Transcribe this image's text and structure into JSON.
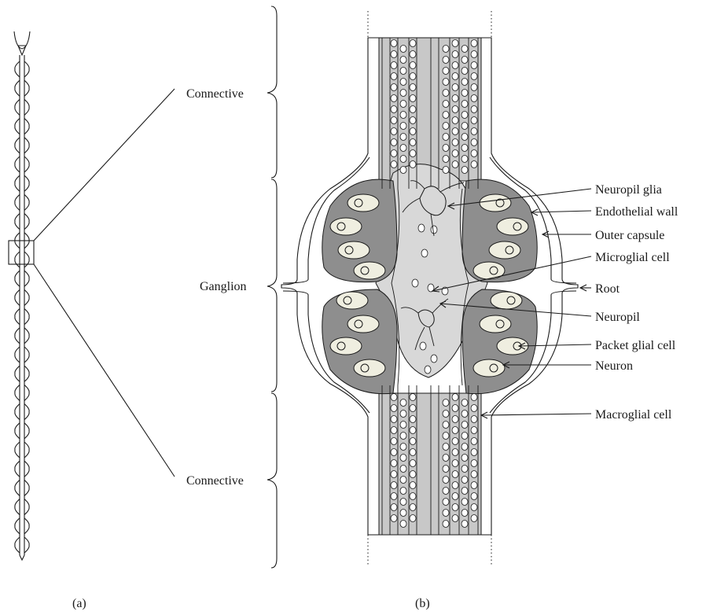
{
  "labels": {
    "connective_top": "Connective",
    "ganglion": "Ganglion",
    "connective_bottom": "Connective",
    "neuropil_glia": "Neuropil glia",
    "endothelial_wall": "Endothelial wall",
    "outer_capsule": "Outer capsule",
    "microglial_cell": "Microglial cell",
    "root": "Root",
    "neuropil": "Neuropil",
    "packet_glial_cell": "Packet glial cell",
    "neuron": "Neuron",
    "macroglial_cell": "Macroglial cell"
  },
  "panels": {
    "a": "(a)",
    "b": "(b)"
  },
  "colors": {
    "tissue": "#c8c8c8",
    "packet": "#8e8e8e",
    "neuron": "#efeee0",
    "line": "#1a1a1a"
  }
}
